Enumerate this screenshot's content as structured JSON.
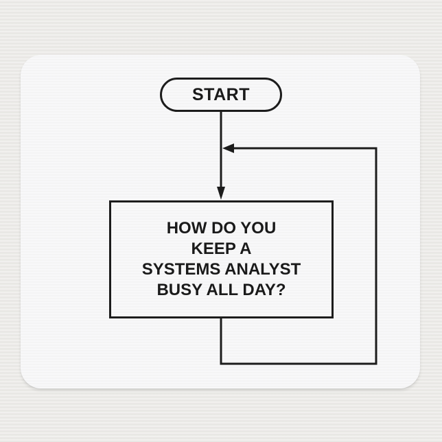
{
  "product": {
    "type": "mousepad",
    "colors": {
      "background": "#ecebe8",
      "pad": "#f6f6f7",
      "ink": "#1c1c1c"
    }
  },
  "flowchart": {
    "start": {
      "label": "START",
      "shape": "terminator"
    },
    "process": {
      "shape": "rectangle",
      "lines": [
        "HOW DO YOU",
        "KEEP A",
        "SYSTEMS ANALYST",
        "BUSY ALL DAY?"
      ]
    },
    "connectors": [
      {
        "from": "start",
        "to": "process",
        "direction": "down",
        "arrow": "arrow-down-icon"
      },
      {
        "from": "process",
        "to": "process",
        "direction": "loop-back",
        "path": "down-right-up-left",
        "arrow": "arrow-left-icon"
      }
    ]
  }
}
